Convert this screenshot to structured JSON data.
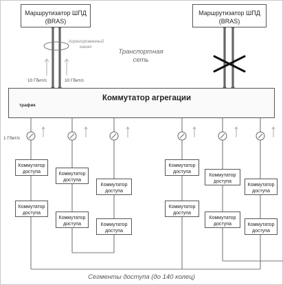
{
  "routers": [
    {
      "line1": "Маршрутизатор ШПД",
      "line2": "(BRAS)"
    },
    {
      "line1": "Маршрутизатор ШПД",
      "line2": "(BRAS)"
    }
  ],
  "labels": {
    "aggregated_channel_line1": "Агрегированный",
    "aggregated_channel_line2": "канал",
    "transport_line1": "Транспортная",
    "transport_line2": "сеть",
    "speed_left": "10 Гбит/с",
    "speed_right": "10 Гбит/с",
    "traffic": "трафик",
    "access_speed": "1 Гбит/с",
    "aggregation_switch": "Коммутатор агрегации",
    "segments_caption": "Сегменты доступа (до 140 колец)"
  },
  "access_switch": {
    "line1": "Коммутатор",
    "line2": "доступа"
  },
  "colors": {
    "border": "#555555",
    "trunk": "#666666",
    "failure_cross": "#111111",
    "ring": "#777777"
  }
}
